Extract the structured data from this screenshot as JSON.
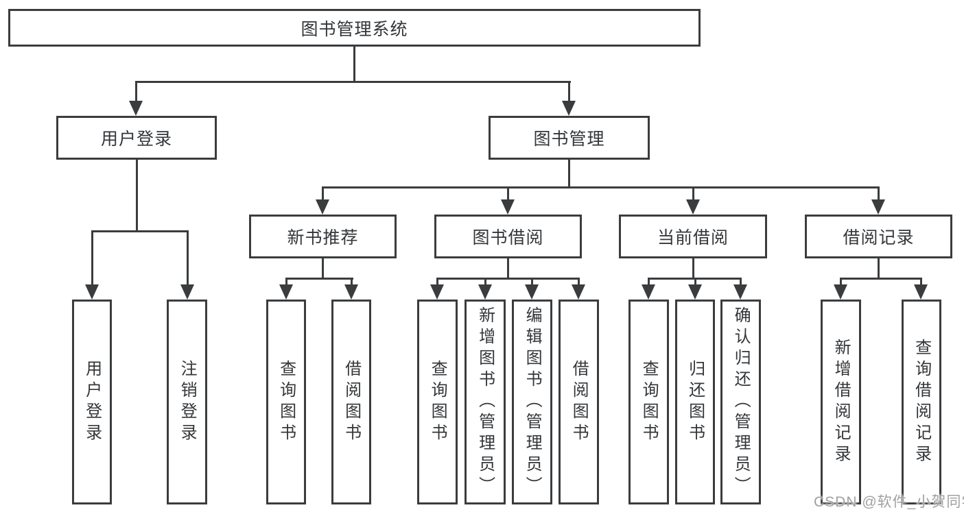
{
  "diagram_title": "图书管理系统",
  "tree": {
    "label": "图书管理系统",
    "children": [
      {
        "label": "用户登录",
        "children": [
          {
            "label": "用户登录"
          },
          {
            "label": "注销登录"
          }
        ]
      },
      {
        "label": "图书管理",
        "children": [
          {
            "label": "新书推荐",
            "children": [
              {
                "label": "查询图书"
              },
              {
                "label": "借阅图书"
              }
            ]
          },
          {
            "label": "图书借阅",
            "children": [
              {
                "label": "查询图书"
              },
              {
                "label": "新增图书（管理员）"
              },
              {
                "label": "编辑图书（管理员）"
              },
              {
                "label": "借阅图书"
              }
            ]
          },
          {
            "label": "当前借阅",
            "children": [
              {
                "label": "查询图书"
              },
              {
                "label": "归还图书"
              },
              {
                "label": "确认归还（管理员）"
              }
            ]
          },
          {
            "label": "借阅记录",
            "children": [
              {
                "label": "新增借阅记录"
              },
              {
                "label": "查询借阅记录"
              }
            ]
          }
        ]
      }
    ]
  },
  "watermark": "CSDN @软件_小贺同学",
  "colors": {
    "line": "#3a3c3e",
    "text": "#333639",
    "watermark": "#9fa0a2",
    "background": "#ffffff"
  }
}
